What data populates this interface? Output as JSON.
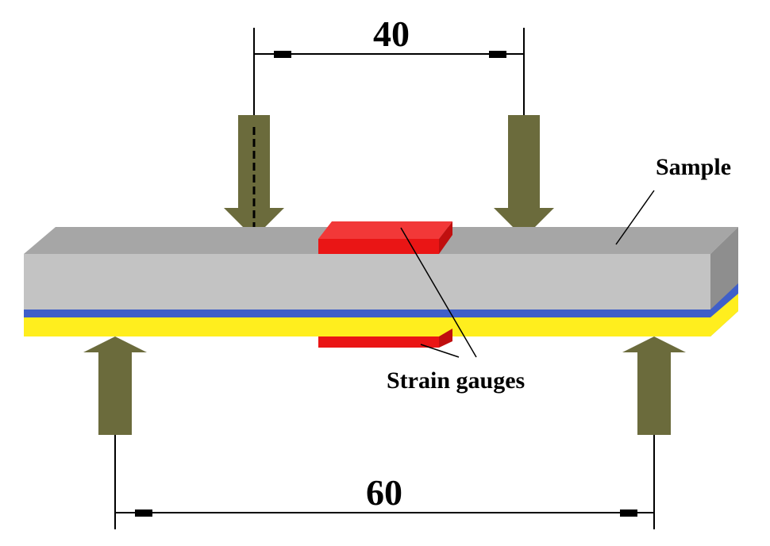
{
  "labels": {
    "top_span": "40",
    "bottom_span": "60",
    "sample": "Sample",
    "strain_gauges": "Strain gauges"
  },
  "colors": {
    "arrow": "#6b6b3c",
    "sample_face": "#c3c3c3",
    "sample_top": "#a6a6a6",
    "sample_side": "#8e8e8e",
    "blue_layer": "#3f5fc9",
    "yellow_layer": "#ffee1e",
    "strain_gauge": "#ea1515",
    "line": "#000000"
  }
}
